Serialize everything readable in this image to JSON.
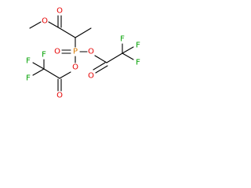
{
  "colors": {
    "bond": "#000000",
    "carbon": "#000000",
    "oxygen": "#e60000",
    "fluorine": "#00a000",
    "phosphorus": "#d87a00"
  },
  "atom_labels": {
    "o_ester_carbonyl": "O",
    "o_ester_ether": "O",
    "p_center": "P",
    "o_phosphoryl": "O",
    "o_p_left": "O",
    "o_p_right": "O",
    "o_left_carbonyl": "O",
    "o_right_carbonyl": "O",
    "f_left_1": "F",
    "f_left_2": "F",
    "f_left_3": "F",
    "f_right_1": "F",
    "f_right_2": "F",
    "f_right_3": "F"
  }
}
